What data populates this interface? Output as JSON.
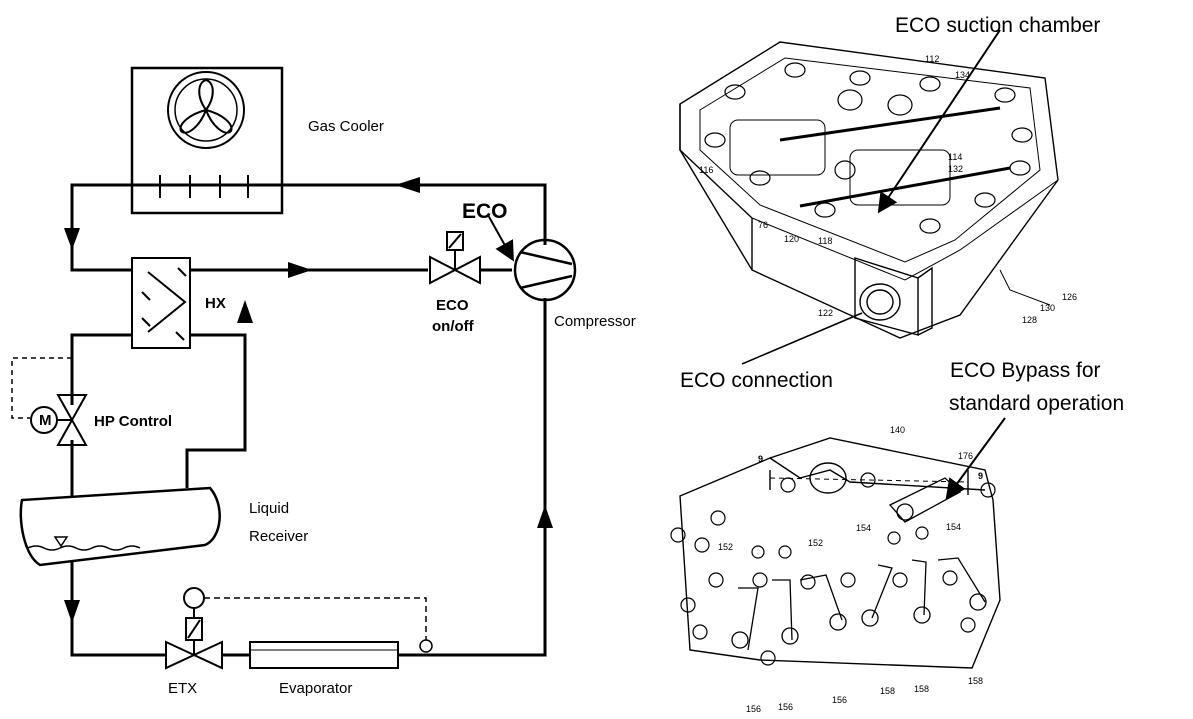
{
  "schematic": {
    "gas_cooler": "Gas Cooler",
    "eco_title": "ECO",
    "eco_valve_line1": "ECO",
    "eco_valve_line2": "on/off",
    "hx": "HX",
    "compressor": "Compressor",
    "hp_control": "HP Control",
    "motor_symbol": "M",
    "receiver_line1": "Liquid",
    "receiver_line2": "Receiver",
    "etx": "ETX",
    "evaporator": "Evaporator"
  },
  "drawing": {
    "eco_suction_chamber": "ECO suction chamber",
    "eco_connection": "ECO connection",
    "eco_bypass_line1": "ECO Bypass for",
    "eco_bypass_line2": "standard operation"
  },
  "reference_numbers": {
    "top": [
      "112",
      "134",
      "116",
      "114",
      "132",
      "76",
      "120",
      "118",
      "122",
      "126",
      "130",
      "128"
    ],
    "bottom": [
      "140",
      "176",
      "9",
      "9",
      "154",
      "154",
      "152",
      "152",
      "156",
      "156",
      "156",
      "158",
      "158",
      "158"
    ]
  }
}
